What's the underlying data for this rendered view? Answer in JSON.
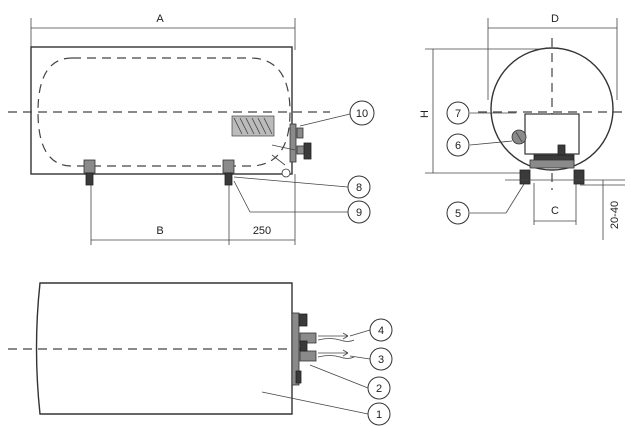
{
  "dimensions": {
    "a": "A",
    "b": "B",
    "c": "C",
    "d": "D",
    "h": "H",
    "offset": "250",
    "clearance": "20-40"
  },
  "callouts": [
    "1",
    "2",
    "3",
    "4",
    "5",
    "6",
    "7",
    "8",
    "9",
    "10"
  ]
}
